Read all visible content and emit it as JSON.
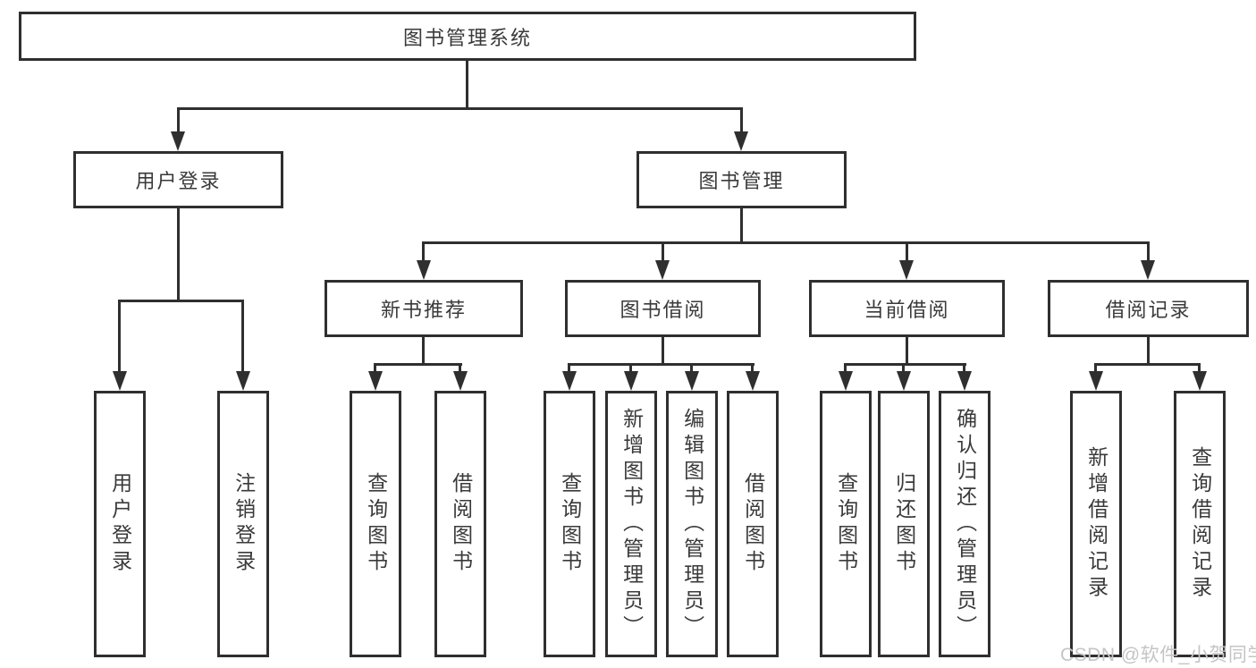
{
  "diagram": {
    "type": "tree",
    "root": {
      "label": "图书管理系统"
    },
    "level2": [
      {
        "label": "用户登录",
        "parent": "图书管理系统"
      },
      {
        "label": "图书管理",
        "parent": "图书管理系统"
      }
    ],
    "level3": [
      {
        "label": "新书推荐",
        "parent": "图书管理"
      },
      {
        "label": "图书借阅",
        "parent": "图书管理"
      },
      {
        "label": "当前借阅",
        "parent": "图书管理"
      },
      {
        "label": "借阅记录",
        "parent": "图书管理"
      }
    ],
    "leaves": [
      {
        "label": "用户登录",
        "parent": "用户登录"
      },
      {
        "label": "注销登录",
        "parent": "用户登录"
      },
      {
        "label": "查询图书",
        "parent": "新书推荐"
      },
      {
        "label": "借阅图书",
        "parent": "新书推荐"
      },
      {
        "label": "查询图书",
        "parent": "图书借阅"
      },
      {
        "label": "新增图书（管理员）",
        "parent": "图书借阅"
      },
      {
        "label": "编辑图书（管理员）",
        "parent": "图书借阅"
      },
      {
        "label": "借阅图书",
        "parent": "图书借阅"
      },
      {
        "label": "查询图书",
        "parent": "当前借阅"
      },
      {
        "label": "归还图书",
        "parent": "当前借阅"
      },
      {
        "label": "确认归还（管理员）",
        "parent": "当前借阅"
      },
      {
        "label": "新增借阅记录",
        "parent": "借阅记录"
      },
      {
        "label": "查询借阅记录",
        "parent": "借阅记录"
      }
    ]
  },
  "watermark": {
    "text": "CSDN @软件_小贺同学"
  },
  "colors": {
    "line": "#2f2f2f",
    "text": "#3a3a3a",
    "box_background": "#ffffff",
    "page_background": "#ffffff",
    "watermark": "#c5c5c5"
  }
}
